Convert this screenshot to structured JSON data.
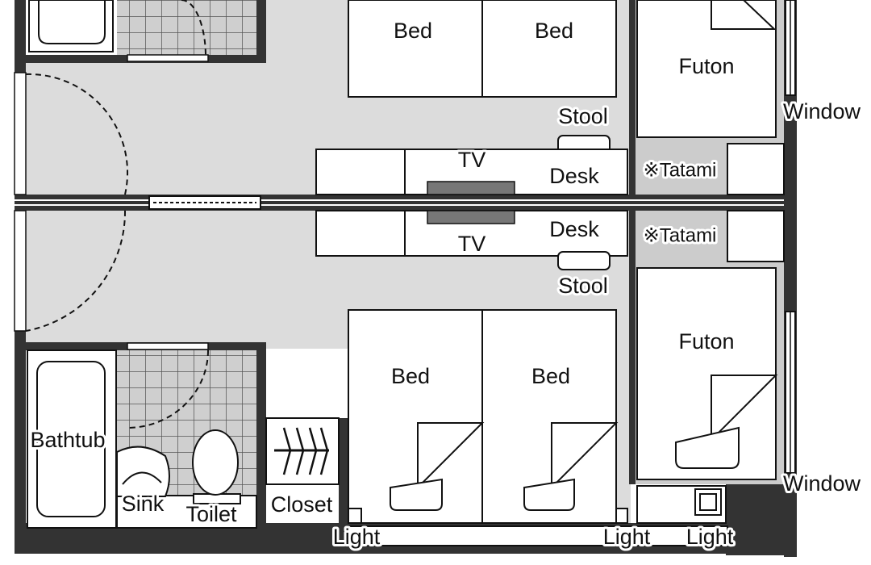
{
  "colors": {
    "wall": "#333333",
    "floor": "#dcdcdc",
    "tile": "#cfcfcf",
    "tile_grid": "#555555",
    "tatami_area": "#cccccc",
    "tv": "#777777",
    "furniture": "#ffffff"
  },
  "labels": {
    "bed": "Bed",
    "futon": "Futon",
    "stool": "Stool",
    "tv": "TV",
    "desk": "Desk",
    "tatami": "※Tatami",
    "window": "Window",
    "bathtub": "Bathtub",
    "sink": "Sink",
    "toilet": "Toilet",
    "closet": "Closet",
    "light": "Light"
  }
}
